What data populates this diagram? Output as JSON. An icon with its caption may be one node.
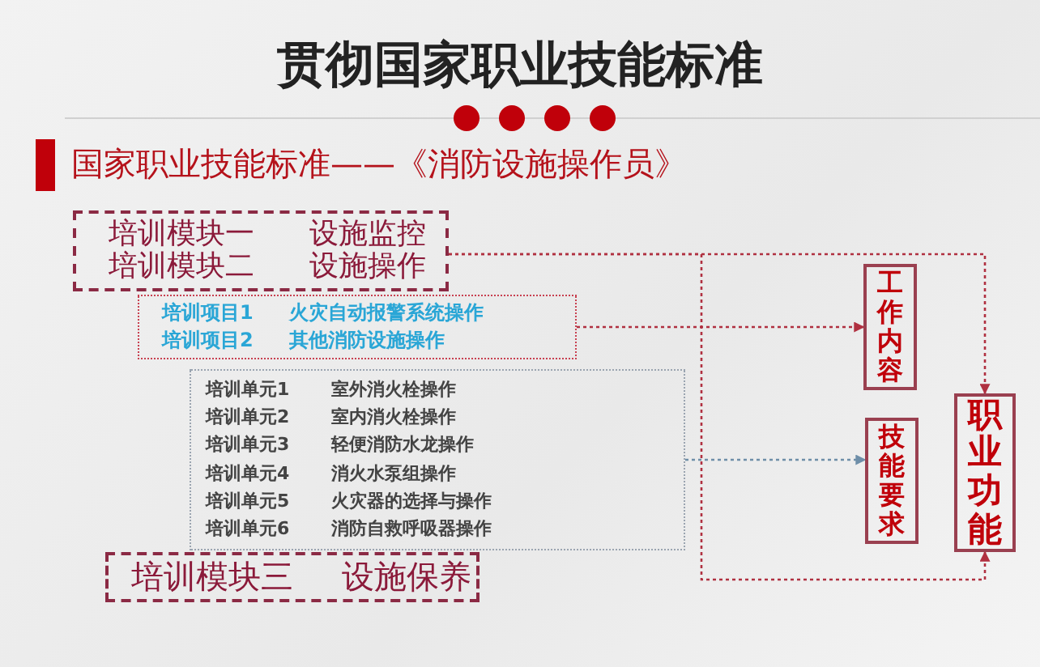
{
  "diagram": {
    "title": "贯彻国家职业技能标准",
    "nodes": [
      {
        "text": [
          "培训模块一",
          "设施监控",
          "培训模块二",
          "设施操作"
        ]
      },
      {
        "text": [
          "培训项目1",
          "火灾自动报警系统操作",
          "培训项目2",
          "其他消防设施操作"
        ]
      },
      {
        "text": [
          "培训单元1",
          "室外消火栓操作",
          "培训单元2",
          "室内消火栓操作",
          "培训单元3",
          "轻便消防水龙操作",
          "培训单元4",
          "消火水泵组操作",
          "培训单元5",
          "火灾器的选择与操作",
          "培训单元6",
          "消防自救呼吸器操作"
        ]
      },
      {
        "text": [
          "培训模块三",
          "设施保养"
        ]
      },
      {
        "text": [
          "工作内容"
        ]
      },
      {
        "text": [
          "技能要求"
        ]
      },
      {
        "text": [
          "职业功能"
        ]
      }
    ],
    "edges": [
      {
        "from": 0,
        "to": 6,
        "arrow": "to",
        "style": "dashed"
      },
      {
        "from": 0,
        "to": 6,
        "arrow": "to",
        "style": "dashed"
      },
      {
        "from": 1,
        "to": 4,
        "arrow": "to",
        "style": "dashed"
      },
      {
        "from": 2,
        "to": 5,
        "arrow": "to",
        "style": "dashed",
        "color": "#6e8ea8"
      }
    ],
    "labels": [
      "国家职业技能标准——《消防设施操作员》"
    ]
  }
}
